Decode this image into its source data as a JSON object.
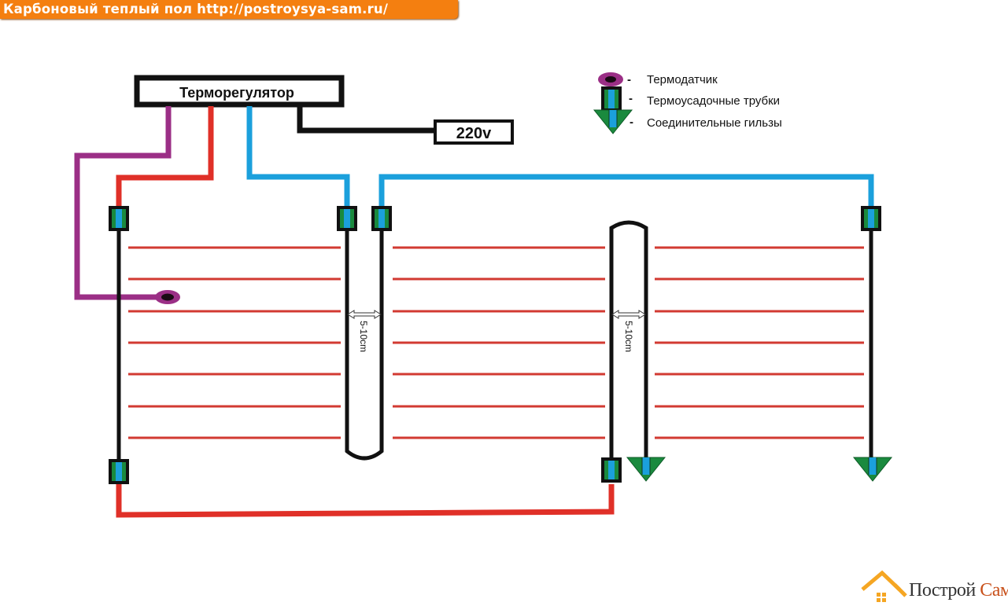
{
  "banner": {
    "title": "Карбоновый теплый пол http://postroysya-sam.ru/"
  },
  "controller": {
    "label": "Терморегулятор"
  },
  "power": {
    "label": "220v"
  },
  "gap_labels": [
    "5-10cm",
    "5-10cm"
  ],
  "legend": {
    "items": [
      {
        "icon": "thermo-sensor-icon",
        "dash": "-",
        "label": "Термодатчик"
      },
      {
        "icon": "heat-shrink-tube-icon",
        "dash": "-",
        "label": "Термоусадочные трубки"
      },
      {
        "icon": "connector-sleeve-icon",
        "dash": "-",
        "label": "Соединительные гильзы"
      }
    ]
  },
  "colors": {
    "banner": "#f47f10",
    "sensor_wire": "#9b2f86",
    "phase_wire": "#e03028",
    "neutral_wire": "#1ba0dc",
    "heating_strip": "#d23a32",
    "busbar": "#111111",
    "tube_green": "#1a8a3e",
    "logo_orange": "#f5a623"
  },
  "panels": [
    {
      "name": "panel-1",
      "strips": 7
    },
    {
      "name": "panel-2",
      "strips": 7
    },
    {
      "name": "panel-3",
      "strips": 7
    }
  ],
  "logo": {
    "word1": "Построй",
    "word2": "Сам"
  }
}
